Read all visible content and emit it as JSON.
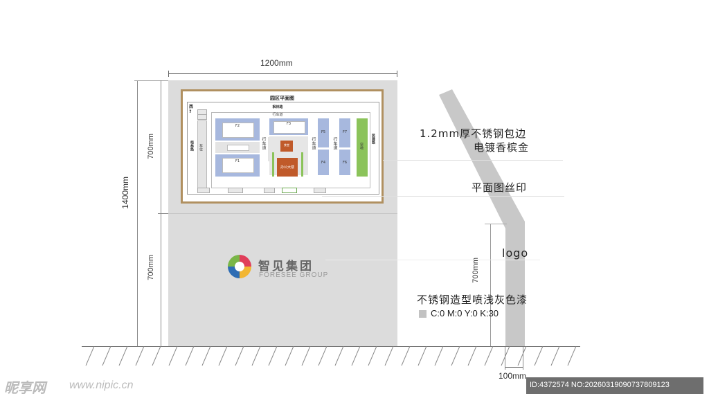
{
  "dimensions": {
    "width_total": "1200mm",
    "height_total": "1400mm",
    "height_upper": "700mm",
    "height_lower": "700mm",
    "side_height": "700mm",
    "side_width": "100mm"
  },
  "notes": {
    "edge_line1": "1.2mm厚不锈钢包边",
    "edge_line2": "电镀香槟金",
    "print": "平面图丝印",
    "logo": "logo",
    "paint": "不锈钢造型喷浅灰色漆",
    "color_code": "C:0 M:0 Y:0 K:30"
  },
  "logo": {
    "name": "智见集团",
    "subtitle": "FORESEE GROUP"
  },
  "map": {
    "title": "园区平面图",
    "top_road": "枫林路",
    "west": "西",
    "west_q": "?",
    "left_road": "梧林路",
    "right_road": "民建路",
    "road_top": "行车道",
    "road_left": "行车道",
    "road_mid": "行车道",
    "road_right": "行车道",
    "parking": "车位",
    "buildings": {
      "f1": "F1",
      "f2": "F2",
      "f3": "F3",
      "f4": "F4",
      "f5": "F5",
      "f6": "F6",
      "f7": "F7",
      "canteen": "食堂",
      "office": "办公大楼",
      "open_space": "空地"
    }
  },
  "colors": {
    "panel_gray": "#dcdcdc",
    "frame_gold": "#b09060",
    "building_blue": "#a7b8de",
    "canteen_orange": "#c05a2a",
    "open_green": "#8bc35a",
    "logo_red": "#e03e5a",
    "logo_yellow": "#f2b632",
    "logo_blue": "#2e6db4",
    "logo_green": "#7ab648"
  },
  "watermark": {
    "brand": "昵享网",
    "url": "www.nipic.cn",
    "id": "ID:4372574 NO:20260319090737809123"
  }
}
